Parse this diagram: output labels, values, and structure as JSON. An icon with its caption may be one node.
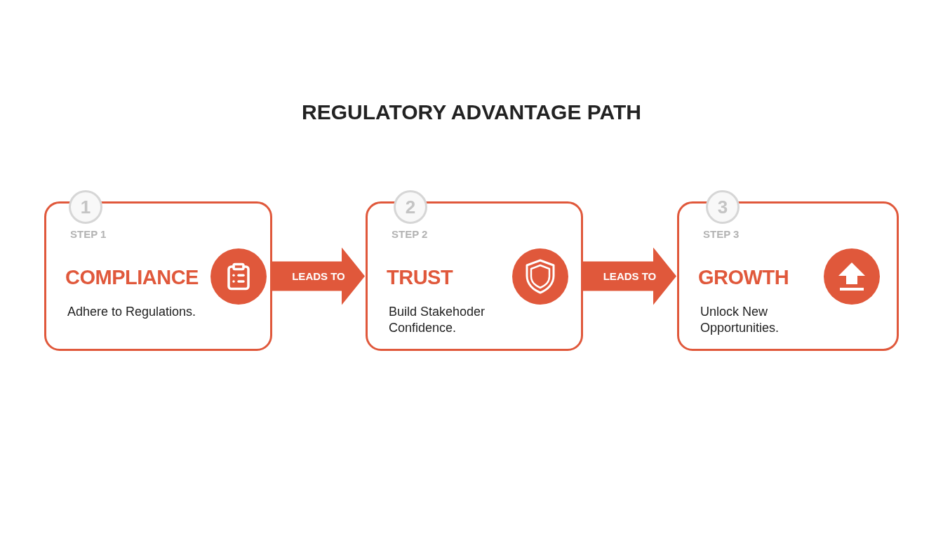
{
  "diagram": {
    "title": "REGULATORY ADVANTAGE PATH",
    "nodes": [
      {
        "text": [
          "STEP 1",
          "COMPLIANCE",
          "Adhere to Regulations."
        ]
      },
      {
        "text": [
          "1"
        ]
      },
      {
        "text": [
          "STEP 2",
          "TRUST",
          "Build Stakehoder Confidence."
        ]
      },
      {
        "text": [
          "2"
        ]
      },
      {
        "text": [
          "STEP 3",
          "GROWTH",
          "Unlock New Opportunities."
        ]
      },
      {
        "text": [
          "3"
        ]
      }
    ],
    "edges": [
      {
        "from": 0,
        "to": 2,
        "arrow": "to",
        "label": "LEADS TO"
      },
      {
        "from": 2,
        "to": 4,
        "arrow": "to",
        "label": "LEADS TO"
      }
    ]
  }
}
